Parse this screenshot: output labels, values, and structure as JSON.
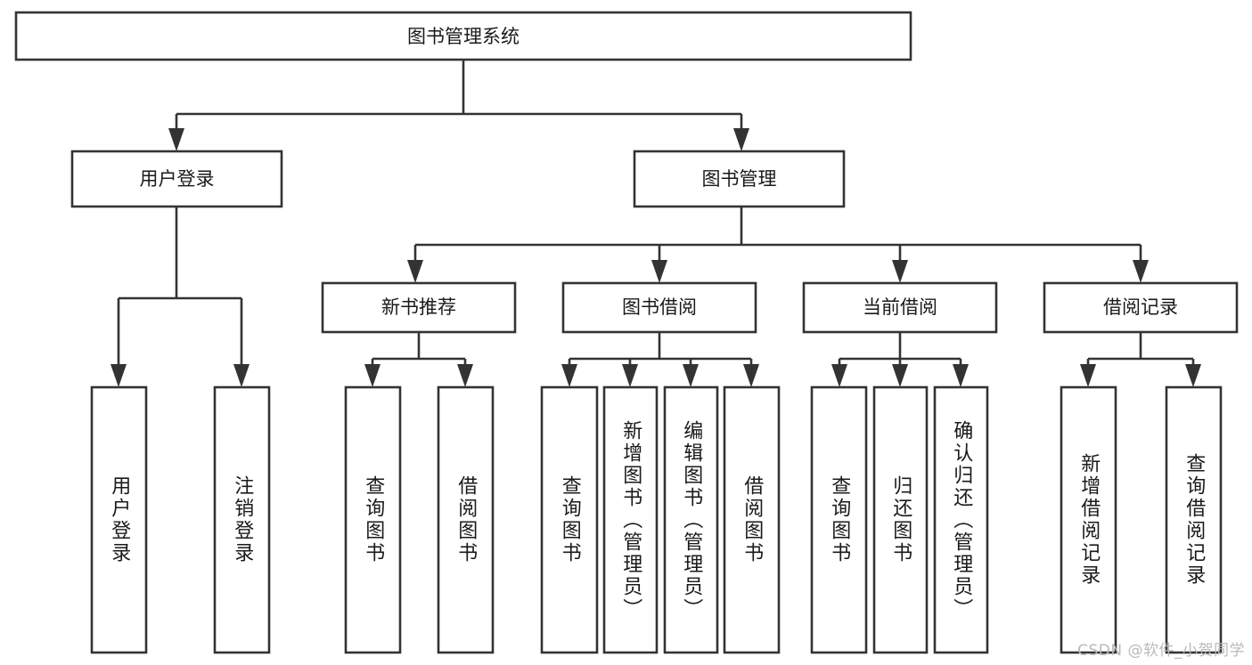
{
  "diagram": {
    "type": "tree",
    "title": "图书管理系统",
    "watermark": "CSDN @软件_小贺同学",
    "colors": {
      "box_stroke": "#333333",
      "box_fill": "#ffffff",
      "text": "#1a1a1a",
      "background": "#ffffff",
      "watermark": "#b9b9b9"
    },
    "root": {
      "label": "图书管理系统"
    },
    "level2": [
      {
        "label": "用户登录"
      },
      {
        "label": "图书管理"
      }
    ],
    "level3": [
      {
        "label": "新书推荐"
      },
      {
        "label": "图书借阅"
      },
      {
        "label": "当前借阅"
      },
      {
        "label": "借阅记录"
      }
    ],
    "leaves": {
      "user_login": [
        {
          "label": "用户登录"
        },
        {
          "label": "注销登录"
        }
      ],
      "new_book_recommend": [
        {
          "label": "查询图书"
        },
        {
          "label": "借阅图书"
        }
      ],
      "book_borrow": [
        {
          "label": "查询图书"
        },
        {
          "label": "新增图书（管理员）"
        },
        {
          "label": "编辑图书（管理员）"
        },
        {
          "label": "借阅图书"
        }
      ],
      "current_borrow": [
        {
          "label": "查询图书"
        },
        {
          "label": "归还图书"
        },
        {
          "label": "确认归还（管理员）"
        }
      ],
      "borrow_record": [
        {
          "label": "新增借阅记录"
        },
        {
          "label": "查询借阅记录"
        }
      ]
    }
  }
}
